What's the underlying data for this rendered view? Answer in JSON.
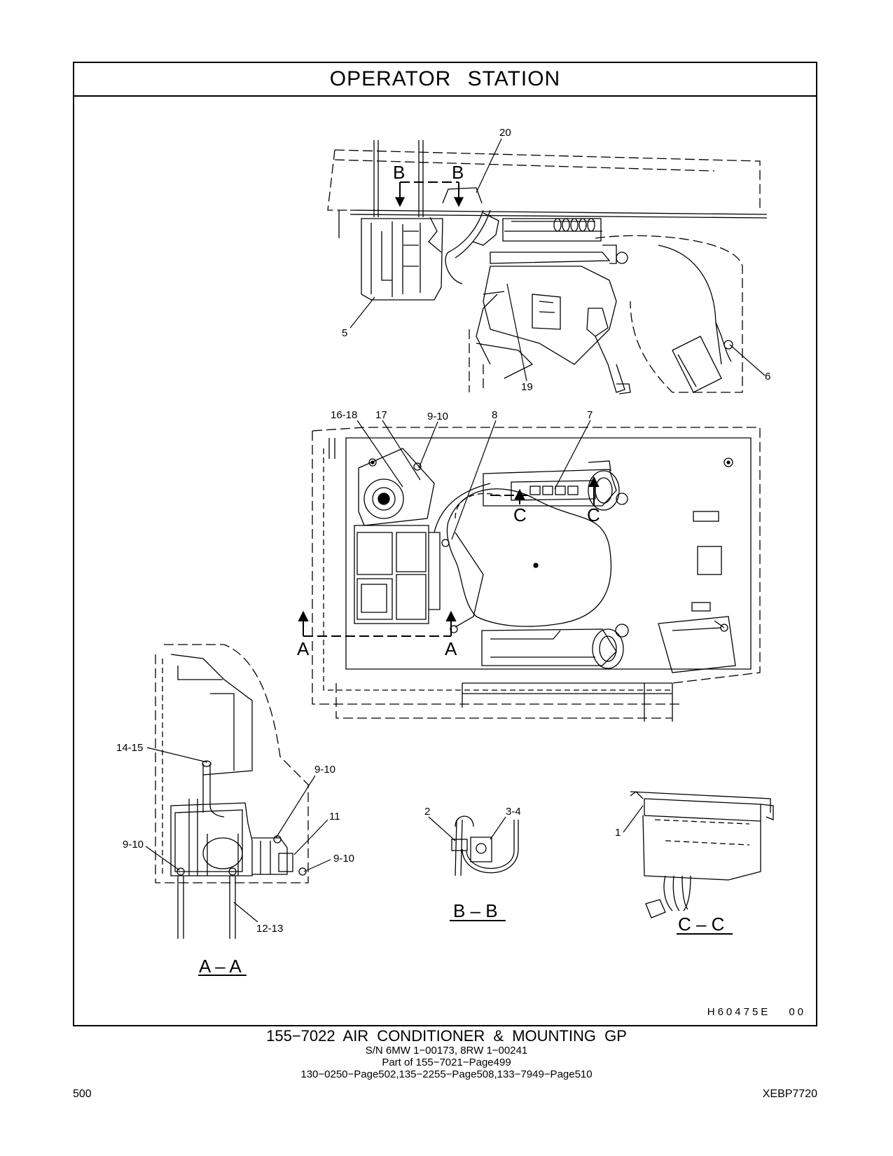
{
  "header": {
    "title": "OPERATOR   STATION"
  },
  "drawing": {
    "code": "H60475E",
    "revision": "00",
    "callouts": {
      "c20": "20",
      "c5": "5",
      "c19": "19",
      "c6": "6",
      "c1618": "16-18",
      "c17": "17",
      "c910_top": "9-10",
      "c8": "8",
      "c7": "7",
      "c1415": "14-15",
      "c910_a": "9-10",
      "c11": "11",
      "c910_b": "9-10",
      "c910_c": "9-10",
      "c1213": "12-13",
      "c2": "2",
      "c34": "3-4",
      "c1": "1"
    },
    "section_marks": {
      "b_left": "B",
      "b_right": "B",
      "c_left": "C",
      "c_right": "C",
      "a_left": "A",
      "a_right": "A"
    },
    "views": {
      "aa": "A – A",
      "bb": "B – B",
      "cc": "C – C"
    }
  },
  "caption": {
    "title": "155−7022  AIR  CONDITIONER  &  MOUNTING  GP",
    "serial": "S/N 6MW 1−00173, 8RW 1−00241",
    "part_of": "Part of 155−7021−Page499",
    "refs": "130−0250−Page502,135−2255−Page508,133−7949−Page510"
  },
  "footer": {
    "page_number": "500",
    "document": "XEBP7720"
  }
}
